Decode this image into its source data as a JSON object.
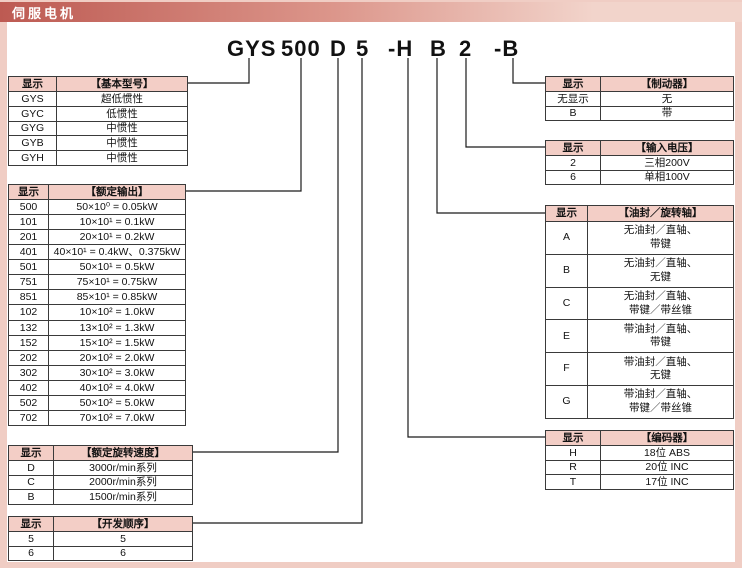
{
  "header": {
    "title": "伺服电机"
  },
  "model": {
    "full": "GYS 500 D 5 -H B 2 -B",
    "segments": [
      "GYS",
      "500",
      "D",
      "5",
      "-H",
      "B",
      "2",
      "-B"
    ]
  },
  "tables": {
    "basic_model": {
      "col1": "显示",
      "col2": "【基本型号】",
      "rows": [
        [
          "GYS",
          "超低惯性"
        ],
        [
          "GYC",
          "低惯性"
        ],
        [
          "GYG",
          "中惯性"
        ],
        [
          "GYB",
          "中惯性"
        ],
        [
          "GYH",
          "中惯性"
        ]
      ]
    },
    "rated_output": {
      "col1": "显示",
      "col2": "【额定输出】",
      "rows": [
        [
          "500",
          "50×10⁰ = 0.05kW"
        ],
        [
          "101",
          "10×10¹ = 0.1kW"
        ],
        [
          "201",
          "20×10¹ = 0.2kW"
        ],
        [
          "401",
          "40×10¹ = 0.4kW、0.375kW"
        ],
        [
          "501",
          "50×10¹ = 0.5kW"
        ],
        [
          "751",
          "75×10¹ = 0.75kW"
        ],
        [
          "851",
          "85×10¹ = 0.85kW"
        ],
        [
          "102",
          "10×10² = 1.0kW"
        ],
        [
          "132",
          "13×10² = 1.3kW"
        ],
        [
          "152",
          "15×10² = 1.5kW"
        ],
        [
          "202",
          "20×10² = 2.0kW"
        ],
        [
          "302",
          "30×10² = 3.0kW"
        ],
        [
          "402",
          "40×10² = 4.0kW"
        ],
        [
          "502",
          "50×10² = 5.0kW"
        ],
        [
          "702",
          "70×10² = 7.0kW"
        ]
      ]
    },
    "rated_speed": {
      "col1": "显示",
      "col2": "【额定旋转速度】",
      "rows": [
        [
          "D",
          "3000r/min系列"
        ],
        [
          "C",
          "2000r/min系列"
        ],
        [
          "B",
          "1500r/min系列"
        ]
      ]
    },
    "dev_order": {
      "col1": "显示",
      "col2": "【开发顺序】",
      "rows": [
        [
          "5",
          "5"
        ],
        [
          "6",
          "6"
        ]
      ]
    },
    "brake": {
      "col1": "显示",
      "col2": "【制动器】",
      "rows": [
        [
          "无显示",
          "无"
        ],
        [
          "B",
          "带"
        ]
      ]
    },
    "input_voltage": {
      "col1": "显示",
      "col2": "【输入电压】",
      "rows": [
        [
          "2",
          "三相200V"
        ],
        [
          "6",
          "单相100V"
        ]
      ]
    },
    "oil_seal": {
      "col1": "显示",
      "col2": "【油封／旋转轴】",
      "rows": [
        [
          "A",
          "无油封／直轴、\n带键"
        ],
        [
          "B",
          "无油封／直轴、\n无键"
        ],
        [
          "C",
          "无油封／直轴、\n带键／带丝锥"
        ],
        [
          "E",
          "带油封／直轴、\n带键"
        ],
        [
          "F",
          "带油封／直轴、\n无键"
        ],
        [
          "G",
          "带油封／直轴、\n带键／带丝锥"
        ]
      ]
    },
    "encoder": {
      "col1": "显示",
      "col2": "【编码器】",
      "rows": [
        [
          "H",
          "18位 ABS"
        ],
        [
          "R",
          "20位 INC"
        ],
        [
          "T",
          "17位 INC"
        ]
      ]
    }
  },
  "colors": {
    "accent_bar_left": "#bd5a52",
    "accent_bar_right": "#f2d4cb",
    "table_header_bg": "#f3cec6",
    "frame_pink": "#f0cdc4"
  }
}
